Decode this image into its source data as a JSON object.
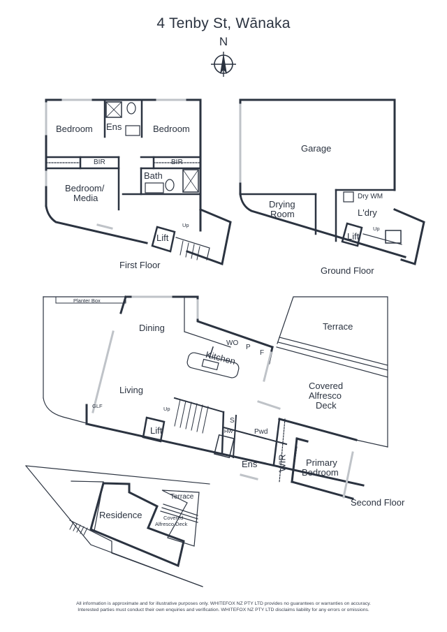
{
  "title": "4 Tenby St, Wānaka",
  "compass": {
    "label": "N",
    "icon": "north-arrow-icon"
  },
  "colors": {
    "wall": "#2b3340",
    "text": "#2b3340",
    "window": "#bfc3c8",
    "background": "#ffffff"
  },
  "floors": {
    "first": {
      "label": "First Floor",
      "rooms": [
        "Bedroom",
        "Ens",
        "Bedroom",
        "BIR",
        "BIR",
        "Bath",
        "Bedroom/",
        "Media",
        "Lift",
        "Up"
      ]
    },
    "ground": {
      "label": "Ground Floor",
      "rooms": [
        "Garage",
        "Drying",
        "Room",
        "Dry WM",
        "L'dry",
        "Lift",
        "Up"
      ]
    },
    "second": {
      "label": "Second Floor",
      "rooms": [
        "Planter Box",
        "Dining",
        "WO",
        "P",
        "F",
        "Kitchen",
        "Living",
        "GLF",
        "Up",
        "Lift",
        "S",
        "HW",
        "Pwd",
        "Ens",
        "WIR",
        "Terrace",
        "Covered",
        "Alfresco",
        "Deck",
        "Primary",
        "Bedroom"
      ]
    },
    "site": {
      "rooms": [
        "Residence",
        "Terrace",
        "Covered",
        "Alfresco Deck"
      ]
    }
  },
  "disclaimer": {
    "line1": "All information is approximate and for illustrative purposes only. WHITEFOX NZ PTY LTD provides no guarantees or warranties on accuracy.",
    "line2": "Interested parties must conduct their own enquiries and verification. WHITEFOX NZ PTY LTD disclaims liability for any errors or omissions."
  }
}
